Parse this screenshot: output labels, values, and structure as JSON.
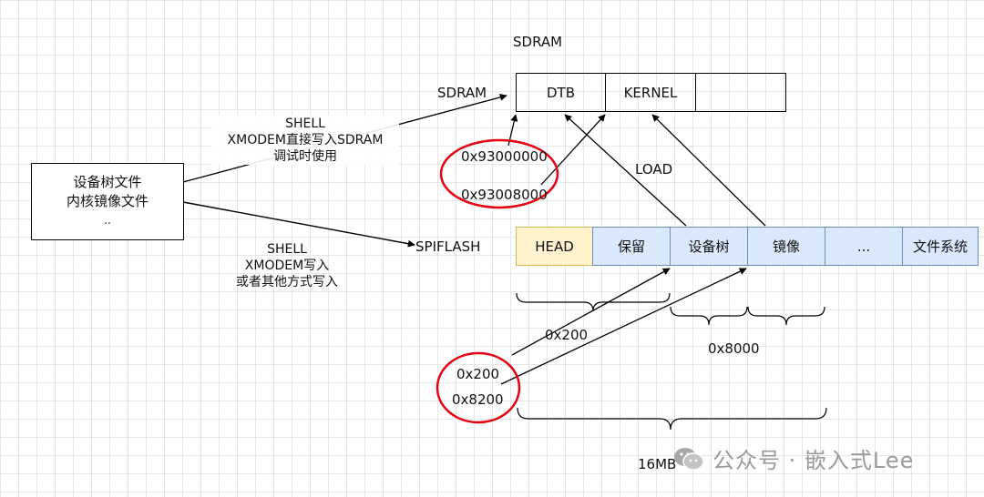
{
  "sdram_title": "SDRAM",
  "sdram_label": "SDRAM",
  "sdram_cells": [
    "DTB",
    "KERNEL",
    ""
  ],
  "source_box": {
    "line1": "设备树文件",
    "line2": "内核镜像文件",
    "line3": ".."
  },
  "note_shell_sdram": {
    "line1": "SHELL",
    "line2": "XMODEM直接写入SDRAM",
    "line3": "调试时使用"
  },
  "note_shell_spi": {
    "line1": "SHELL",
    "line2": "XMODEM写入",
    "line3": "或者其他方式写入"
  },
  "spiflash_label": "SPIFLASH",
  "spi_cells": [
    "HEAD",
    "保留",
    "设备树",
    "镜像",
    "...",
    "文件系统"
  ],
  "sdram_addresses": [
    "0x93000000",
    "0x93008000"
  ],
  "flash_offsets": [
    "0x200",
    "0x8200"
  ],
  "load_label": "LOAD",
  "size_labels": {
    "head_region": "0x200",
    "image_region": "0x8000",
    "total": "16MB"
  },
  "watermark": "公众号 · 嵌入式Lee"
}
